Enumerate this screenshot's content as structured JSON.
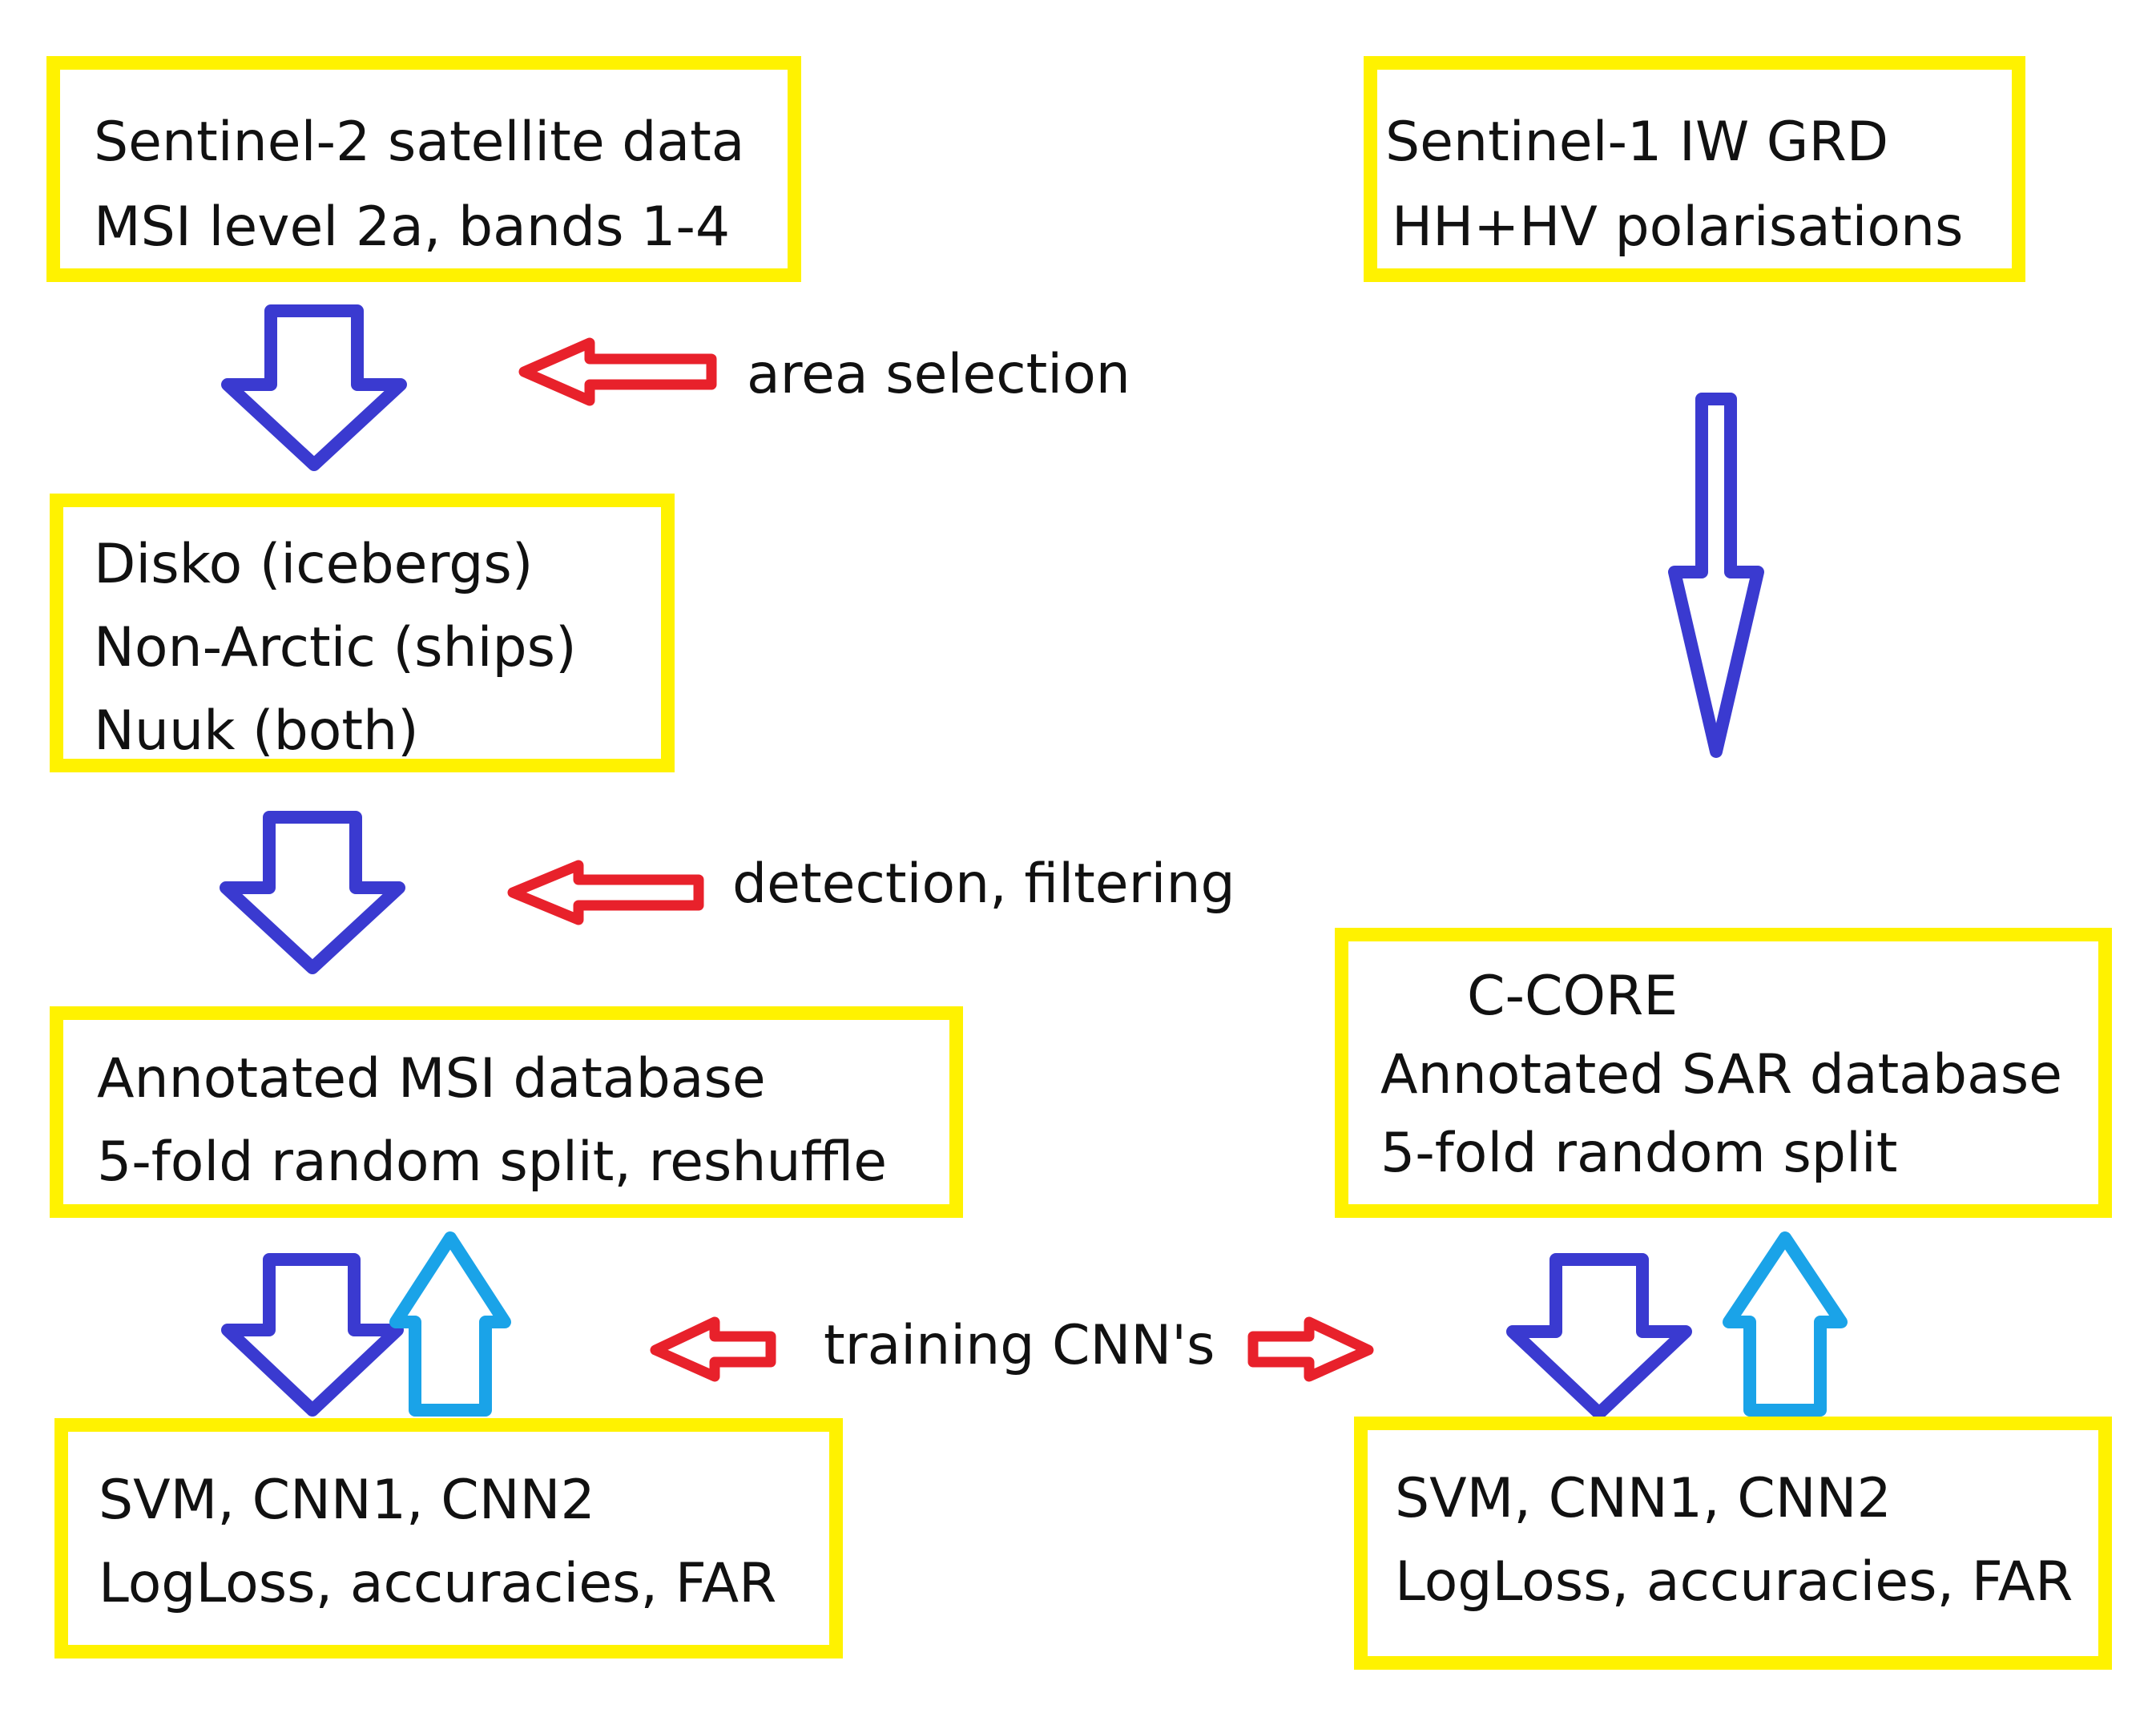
{
  "colors": {
    "box_border": "#fff200",
    "flow_arrow": "#3a3ad0",
    "feedback_arrow": "#1aa3e8",
    "process_arrow": "#e8212b"
  },
  "boxes": {
    "s2": {
      "lines": [
        "Sentinel-2 satellite data",
        "MSI level 2a, bands 1-4"
      ]
    },
    "s1": {
      "lines": [
        "Sentinel-1 IW GRD",
        "HH+HV polarisations"
      ]
    },
    "areas": {
      "lines": [
        "Disko (icebergs)",
        "Non-Arctic (ships)",
        "Nuuk (both)"
      ]
    },
    "msi_db": {
      "lines": [
        "Annotated MSI database",
        "5-fold random split, reshuffle"
      ]
    },
    "sar_db": {
      "lines": [
        "C-CORE",
        "Annotated SAR database",
        "5-fold random split"
      ]
    },
    "msi_models": {
      "lines": [
        "SVM, CNN1, CNN2",
        "LogLoss, accuracies, FAR"
      ]
    },
    "sar_models": {
      "lines": [
        "SVM, CNN1, CNN2",
        "LogLoss, accuracies, FAR"
      ]
    }
  },
  "labels": {
    "area_selection": "area selection",
    "detection_filtering": "detection, filtering",
    "training": "training CNN's"
  }
}
